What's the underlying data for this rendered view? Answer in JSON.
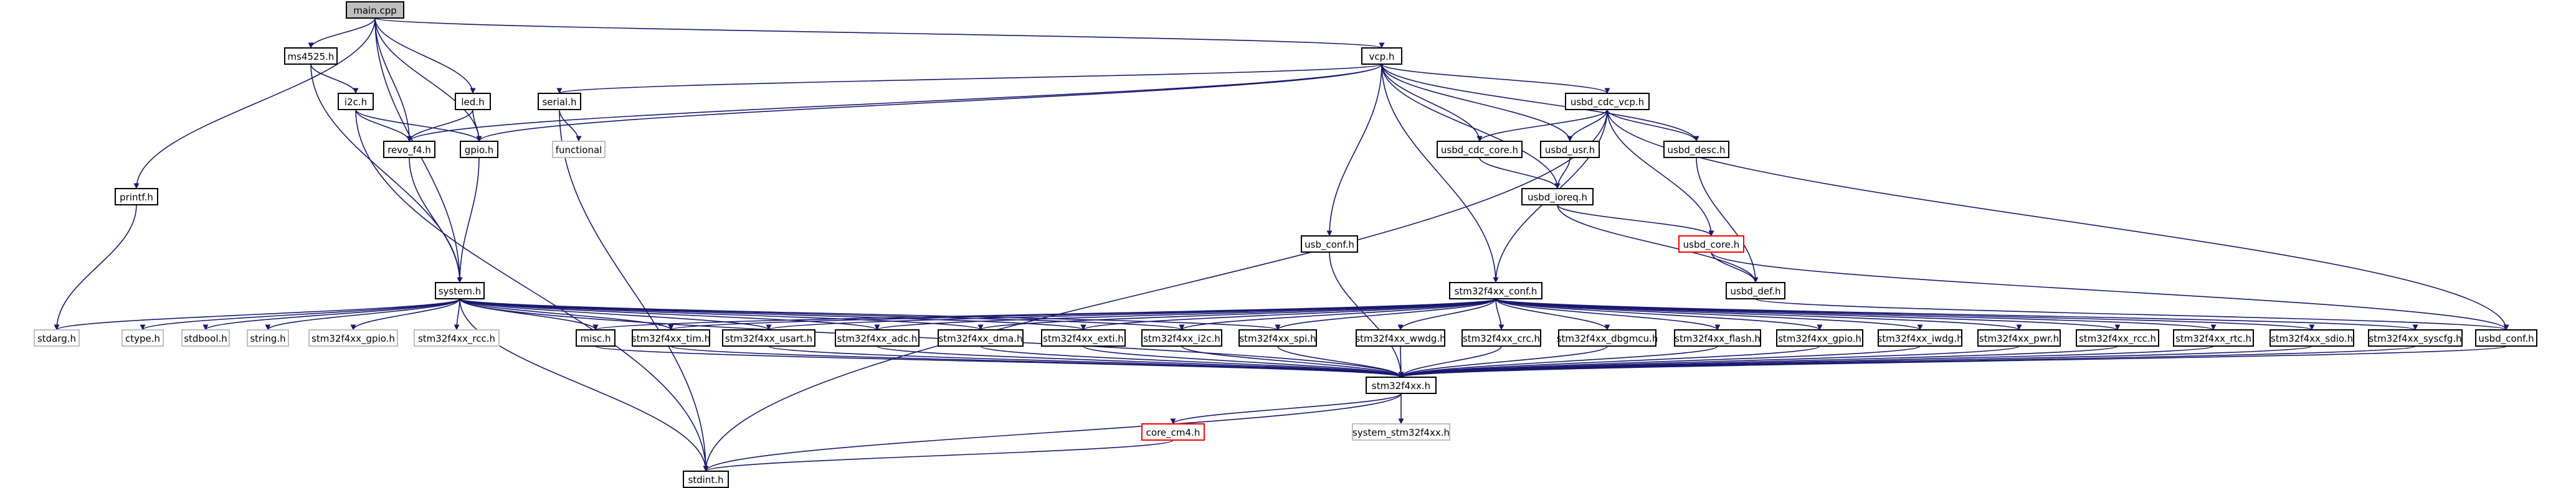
{
  "diagram": {
    "colors": {
      "background": "#ffffff",
      "edge": "#191970",
      "node_border": "#000000",
      "root_fill": "#bfbfbf",
      "error_border": "#ff0000",
      "external_border": "#bfbfbf",
      "label_text": "#000000"
    },
    "nodes": [
      {
        "id": "main_cpp",
        "label": "main.cpp",
        "style": "root"
      },
      {
        "id": "ms4525_h",
        "label": "ms4525.h",
        "style": "normal"
      },
      {
        "id": "vcp_h",
        "label": "vcp.h",
        "style": "normal"
      },
      {
        "id": "i2c_h",
        "label": "i2c.h",
        "style": "normal"
      },
      {
        "id": "led_h",
        "label": "led.h",
        "style": "normal"
      },
      {
        "id": "serial_h",
        "label": "serial.h",
        "style": "normal"
      },
      {
        "id": "usbd_cdc_vcp_h",
        "label": "usbd_cdc_vcp.h",
        "style": "normal"
      },
      {
        "id": "revo_f4_h",
        "label": "revo_f4.h",
        "style": "normal"
      },
      {
        "id": "gpio_h",
        "label": "gpio.h",
        "style": "normal"
      },
      {
        "id": "functional",
        "label": "functional",
        "style": "external"
      },
      {
        "id": "usbd_cdc_core_h",
        "label": "usbd_cdc_core.h",
        "style": "normal"
      },
      {
        "id": "usbd_usr_h",
        "label": "usbd_usr.h",
        "style": "normal"
      },
      {
        "id": "usbd_desc_h",
        "label": "usbd_desc.h",
        "style": "normal"
      },
      {
        "id": "printf_h",
        "label": "printf.h",
        "style": "normal"
      },
      {
        "id": "usbd_ioreq_h",
        "label": "usbd_ioreq.h",
        "style": "normal"
      },
      {
        "id": "usbd_core_h",
        "label": "usbd_core.h",
        "style": "error"
      },
      {
        "id": "usb_conf_h",
        "label": "usb_conf.h",
        "style": "normal"
      },
      {
        "id": "system_h",
        "label": "system.h",
        "style": "normal"
      },
      {
        "id": "stm32f4xx_conf_h",
        "label": "stm32f4xx_conf.h",
        "style": "normal"
      },
      {
        "id": "usbd_def_h",
        "label": "usbd_def.h",
        "style": "normal"
      },
      {
        "id": "stdarg_h",
        "label": "stdarg.h",
        "style": "external"
      },
      {
        "id": "ctype_h",
        "label": "ctype.h",
        "style": "external"
      },
      {
        "id": "stdbool_h",
        "label": "stdbool.h",
        "style": "external"
      },
      {
        "id": "string_h",
        "label": "string.h",
        "style": "external"
      },
      {
        "id": "stm32f4xx_gpio_h_s",
        "label": "stm32f4xx_gpio.h",
        "style": "external"
      },
      {
        "id": "stm32f4xx_rcc_h_s",
        "label": "stm32f4xx_rcc.h",
        "style": "external"
      },
      {
        "id": "misc_h",
        "label": "misc.h",
        "style": "normal"
      },
      {
        "id": "stm32f4xx_tim_h",
        "label": "stm32f4xx_tim.h",
        "style": "normal"
      },
      {
        "id": "stm32f4xx_usart_h",
        "label": "stm32f4xx_usart.h",
        "style": "normal"
      },
      {
        "id": "stm32f4xx_adc_h",
        "label": "stm32f4xx_adc.h",
        "style": "normal"
      },
      {
        "id": "stm32f4xx_dma_h",
        "label": "stm32f4xx_dma.h",
        "style": "normal"
      },
      {
        "id": "stm32f4xx_exti_h",
        "label": "stm32f4xx_exti.h",
        "style": "normal"
      },
      {
        "id": "stm32f4xx_i2c_h",
        "label": "stm32f4xx_i2c.h",
        "style": "normal"
      },
      {
        "id": "stm32f4xx_spi_h",
        "label": "stm32f4xx_spi.h",
        "style": "normal"
      },
      {
        "id": "stm32f4xx_wwdg_h",
        "label": "stm32f4xx_wwdg.h",
        "style": "normal"
      },
      {
        "id": "stm32f4xx_crc_h",
        "label": "stm32f4xx_crc.h",
        "style": "normal"
      },
      {
        "id": "stm32f4xx_dbgmcu_h",
        "label": "stm32f4xx_dbgmcu.h",
        "style": "normal"
      },
      {
        "id": "stm32f4xx_flash_h",
        "label": "stm32f4xx_flash.h",
        "style": "normal"
      },
      {
        "id": "stm32f4xx_gpio_h",
        "label": "stm32f4xx_gpio.h",
        "style": "normal"
      },
      {
        "id": "stm32f4xx_iwdg_h",
        "label": "stm32f4xx_iwdg.h",
        "style": "normal"
      },
      {
        "id": "stm32f4xx_pwr_h",
        "label": "stm32f4xx_pwr.h",
        "style": "normal"
      },
      {
        "id": "stm32f4xx_rcc_h",
        "label": "stm32f4xx_rcc.h",
        "style": "normal"
      },
      {
        "id": "stm32f4xx_rtc_h",
        "label": "stm32f4xx_rtc.h",
        "style": "normal"
      },
      {
        "id": "stm32f4xx_sdio_h",
        "label": "stm32f4xx_sdio.h",
        "style": "normal"
      },
      {
        "id": "stm32f4xx_syscfg_h",
        "label": "stm32f4xx_syscfg.h",
        "style": "normal"
      },
      {
        "id": "usbd_conf_h",
        "label": "usbd_conf.h",
        "style": "normal"
      },
      {
        "id": "stm32f4xx_h",
        "label": "stm32f4xx.h",
        "style": "normal"
      },
      {
        "id": "core_cm4_h",
        "label": "core_cm4.h",
        "style": "error"
      },
      {
        "id": "system_stm32f4xx_h",
        "label": "system_stm32f4xx.h",
        "style": "external"
      },
      {
        "id": "stdint_h",
        "label": "stdint.h",
        "style": "normal"
      }
    ],
    "edges": [
      [
        "main_cpp",
        "ms4525_h"
      ],
      [
        "main_cpp",
        "vcp_h"
      ],
      [
        "main_cpp",
        "led_h"
      ],
      [
        "main_cpp",
        "revo_f4_h"
      ],
      [
        "main_cpp",
        "gpio_h"
      ],
      [
        "main_cpp",
        "printf_h"
      ],
      [
        "main_cpp",
        "system_h"
      ],
      [
        "ms4525_h",
        "i2c_h"
      ],
      [
        "ms4525_h",
        "system_h"
      ],
      [
        "i2c_h",
        "revo_f4_h"
      ],
      [
        "i2c_h",
        "gpio_h"
      ],
      [
        "i2c_h",
        "stdint_h"
      ],
      [
        "led_h",
        "revo_f4_h"
      ],
      [
        "led_h",
        "gpio_h"
      ],
      [
        "revo_f4_h",
        "system_h"
      ],
      [
        "gpio_h",
        "system_h"
      ],
      [
        "printf_h",
        "stdarg_h"
      ],
      [
        "vcp_h",
        "revo_f4_h"
      ],
      [
        "vcp_h",
        "gpio_h"
      ],
      [
        "vcp_h",
        "serial_h"
      ],
      [
        "vcp_h",
        "usbd_cdc_vcp_h"
      ],
      [
        "vcp_h",
        "usbd_cdc_core_h"
      ],
      [
        "vcp_h",
        "usbd_usr_h"
      ],
      [
        "vcp_h",
        "usbd_desc_h"
      ],
      [
        "vcp_h",
        "usbd_ioreq_h"
      ],
      [
        "vcp_h",
        "usb_conf_h"
      ],
      [
        "vcp_h",
        "stm32f4xx_conf_h"
      ],
      [
        "serial_h",
        "functional"
      ],
      [
        "serial_h",
        "stdint_h"
      ],
      [
        "usbd_cdc_vcp_h",
        "usbd_cdc_core_h"
      ],
      [
        "usbd_cdc_vcp_h",
        "usbd_usr_h"
      ],
      [
        "usbd_cdc_vcp_h",
        "usbd_desc_h"
      ],
      [
        "usbd_cdc_vcp_h",
        "usbd_core_h"
      ],
      [
        "usbd_cdc_vcp_h",
        "stm32f4xx_conf_h"
      ],
      [
        "usbd_cdc_vcp_h",
        "usbd_conf_h"
      ],
      [
        "usbd_cdc_vcp_h",
        "stdint_h"
      ],
      [
        "usbd_cdc_core_h",
        "usbd_ioreq_h"
      ],
      [
        "usbd_usr_h",
        "usbd_ioreq_h"
      ],
      [
        "usbd_desc_h",
        "usbd_def_h"
      ],
      [
        "usbd_ioreq_h",
        "usbd_core_h"
      ],
      [
        "usbd_ioreq_h",
        "usbd_def_h"
      ],
      [
        "usbd_core_h",
        "usbd_def_h"
      ],
      [
        "usbd_core_h",
        "usbd_conf_h"
      ],
      [
        "usbd_def_h",
        "usbd_conf_h"
      ],
      [
        "usb_conf_h",
        "stm32f4xx_h"
      ],
      [
        "system_h",
        "stdarg_h"
      ],
      [
        "system_h",
        "ctype_h"
      ],
      [
        "system_h",
        "stdbool_h"
      ],
      [
        "system_h",
        "string_h"
      ],
      [
        "system_h",
        "stm32f4xx_gpio_h_s"
      ],
      [
        "system_h",
        "stm32f4xx_rcc_h_s"
      ],
      [
        "system_h",
        "misc_h"
      ],
      [
        "system_h",
        "stm32f4xx_tim_h"
      ],
      [
        "system_h",
        "stm32f4xx_usart_h"
      ],
      [
        "system_h",
        "stm32f4xx_adc_h"
      ],
      [
        "system_h",
        "stm32f4xx_dma_h"
      ],
      [
        "system_h",
        "stm32f4xx_exti_h"
      ],
      [
        "system_h",
        "stm32f4xx_i2c_h"
      ],
      [
        "system_h",
        "stm32f4xx_spi_h"
      ],
      [
        "system_h",
        "stm32f4xx_h"
      ],
      [
        "system_h",
        "stdint_h"
      ],
      [
        "stm32f4xx_conf_h",
        "misc_h"
      ],
      [
        "stm32f4xx_conf_h",
        "stm32f4xx_tim_h"
      ],
      [
        "stm32f4xx_conf_h",
        "stm32f4xx_usart_h"
      ],
      [
        "stm32f4xx_conf_h",
        "stm32f4xx_adc_h"
      ],
      [
        "stm32f4xx_conf_h",
        "stm32f4xx_dma_h"
      ],
      [
        "stm32f4xx_conf_h",
        "stm32f4xx_exti_h"
      ],
      [
        "stm32f4xx_conf_h",
        "stm32f4xx_i2c_h"
      ],
      [
        "stm32f4xx_conf_h",
        "stm32f4xx_spi_h"
      ],
      [
        "stm32f4xx_conf_h",
        "stm32f4xx_wwdg_h"
      ],
      [
        "stm32f4xx_conf_h",
        "stm32f4xx_crc_h"
      ],
      [
        "stm32f4xx_conf_h",
        "stm32f4xx_dbgmcu_h"
      ],
      [
        "stm32f4xx_conf_h",
        "stm32f4xx_flash_h"
      ],
      [
        "stm32f4xx_conf_h",
        "stm32f4xx_gpio_h"
      ],
      [
        "stm32f4xx_conf_h",
        "stm32f4xx_iwdg_h"
      ],
      [
        "stm32f4xx_conf_h",
        "stm32f4xx_pwr_h"
      ],
      [
        "stm32f4xx_conf_h",
        "stm32f4xx_rcc_h"
      ],
      [
        "stm32f4xx_conf_h",
        "stm32f4xx_rtc_h"
      ],
      [
        "stm32f4xx_conf_h",
        "stm32f4xx_sdio_h"
      ],
      [
        "stm32f4xx_conf_h",
        "stm32f4xx_syscfg_h"
      ],
      [
        "misc_h",
        "stm32f4xx_h"
      ],
      [
        "stm32f4xx_tim_h",
        "stm32f4xx_h"
      ],
      [
        "stm32f4xx_usart_h",
        "stm32f4xx_h"
      ],
      [
        "stm32f4xx_adc_h",
        "stm32f4xx_h"
      ],
      [
        "stm32f4xx_dma_h",
        "stm32f4xx_h"
      ],
      [
        "stm32f4xx_exti_h",
        "stm32f4xx_h"
      ],
      [
        "stm32f4xx_i2c_h",
        "stm32f4xx_h"
      ],
      [
        "stm32f4xx_spi_h",
        "stm32f4xx_h"
      ],
      [
        "stm32f4xx_wwdg_h",
        "stm32f4xx_h"
      ],
      [
        "stm32f4xx_crc_h",
        "stm32f4xx_h"
      ],
      [
        "stm32f4xx_dbgmcu_h",
        "stm32f4xx_h"
      ],
      [
        "stm32f4xx_flash_h",
        "stm32f4xx_h"
      ],
      [
        "stm32f4xx_gpio_h",
        "stm32f4xx_h"
      ],
      [
        "stm32f4xx_iwdg_h",
        "stm32f4xx_h"
      ],
      [
        "stm32f4xx_pwr_h",
        "stm32f4xx_h"
      ],
      [
        "stm32f4xx_rcc_h",
        "stm32f4xx_h"
      ],
      [
        "stm32f4xx_rtc_h",
        "stm32f4xx_h"
      ],
      [
        "stm32f4xx_sdio_h",
        "stm32f4xx_h"
      ],
      [
        "stm32f4xx_syscfg_h",
        "stm32f4xx_h"
      ],
      [
        "usbd_conf_h",
        "stm32f4xx_h"
      ],
      [
        "stm32f4xx_h",
        "core_cm4_h"
      ],
      [
        "stm32f4xx_h",
        "system_stm32f4xx_h"
      ],
      [
        "stm32f4xx_h",
        "stdint_h"
      ],
      [
        "core_cm4_h",
        "stdint_h"
      ]
    ]
  }
}
